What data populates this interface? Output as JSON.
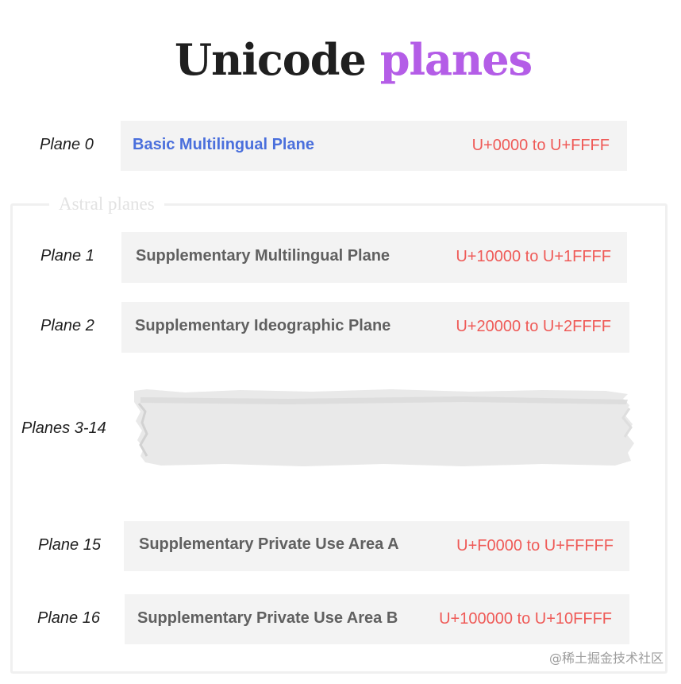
{
  "title": {
    "part1": "Unicode",
    "part2": "planes"
  },
  "group_label": "Astral planes",
  "planes": [
    {
      "label": "Plane 0",
      "name": "Basic Multilingual Plane",
      "range": "U+0000 to U+FFFF"
    },
    {
      "label": "Plane 1",
      "name": "Supplementary Multilingual Plane",
      "range": "U+10000 to U+1FFFF"
    },
    {
      "label": "Plane 2",
      "name": "Supplementary Ideographic Plane",
      "range": "U+20000 to U+2FFFF"
    },
    {
      "label": "Planes 3-14"
    },
    {
      "label": "Plane 15",
      "name": "Supplementary Private Use Area A",
      "range": "U+F0000 to U+FFFFF"
    },
    {
      "label": "Plane 16",
      "name": "Supplementary Private Use Area B",
      "range": "U+100000 to U+10FFFF"
    }
  ],
  "colors": {
    "title_dark": "#1f1f1f",
    "title_accent": "#b45de7",
    "bmp_name": "#4a6fdc",
    "name": "#606060",
    "range": "#ef5a57",
    "bar": "#f3f3f3"
  },
  "watermark": "@稀土掘金技术社区"
}
